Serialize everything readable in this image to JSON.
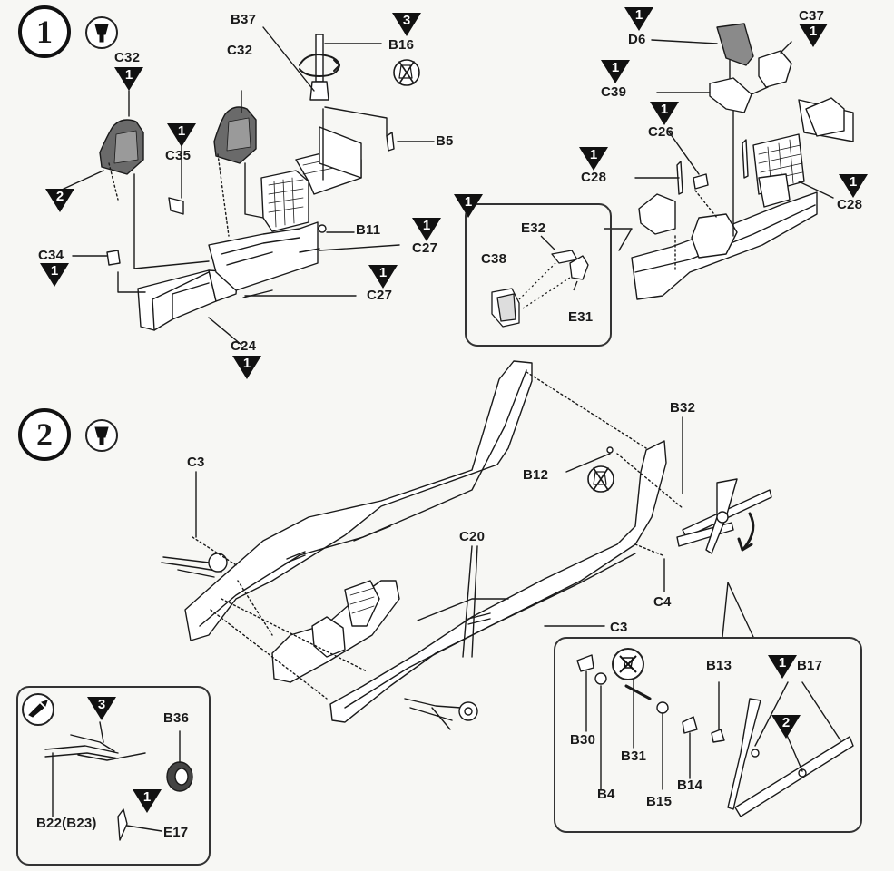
{
  "steps": [
    {
      "number": "1"
    },
    {
      "number": "2"
    }
  ],
  "icons": {
    "step_marker": "circled-number-icon",
    "cement": "glue-tube-icon",
    "no_cement": "no-glue-icon",
    "rotate": "rotation-arrow-icon",
    "sprue_marker": "black-triangle-icon",
    "paint": "paint-icon"
  },
  "colors": {
    "ink": "#1a1a1a",
    "paper": "#f7f7f4"
  },
  "step1": {
    "labels": {
      "c32_left": "C32",
      "c32_right": "C32",
      "b37": "B37",
      "b16": "B16",
      "b5": "B5",
      "c35": "C35",
      "b11": "B11",
      "c27_upper": "C27",
      "c34": "C34",
      "c27_lower": "C27",
      "c24": "C24",
      "d6": "D6",
      "c37": "C37",
      "c39": "C39",
      "c26": "C26",
      "c28_left": "C28",
      "c28_right": "C28"
    },
    "triangles": {
      "c32_left": "1",
      "marker_2": "2",
      "c35": "1",
      "b16": "3",
      "c27": "1",
      "c34": "1",
      "c27_lower": "1",
      "c24": "1",
      "d6": "1",
      "c37": "1",
      "c39": "1",
      "c26": "1",
      "c28_left": "1",
      "c28_right": "1",
      "inset": "1"
    },
    "inset_labels": {
      "e32": "E32",
      "c38": "C38",
      "e31": "E31"
    }
  },
  "step2": {
    "labels": {
      "c3_top": "C3",
      "c20": "C20",
      "b32": "B32",
      "b12": "B12",
      "c4": "C4",
      "c3_bottom": "C3"
    },
    "gear_inset": {
      "labels": {
        "b36": "B36",
        "b22": "B22(B23)",
        "e17": "E17"
      },
      "triangles": {
        "top": "3",
        "e17": "1"
      }
    },
    "rotor_inset": {
      "labels": {
        "b30": "B30",
        "b31": "B31",
        "b4": "B4",
        "b13": "B13",
        "b15": "B15",
        "b14": "B14",
        "b17": "B17"
      },
      "triangles": {
        "b17": "1",
        "blade": "2"
      }
    }
  }
}
